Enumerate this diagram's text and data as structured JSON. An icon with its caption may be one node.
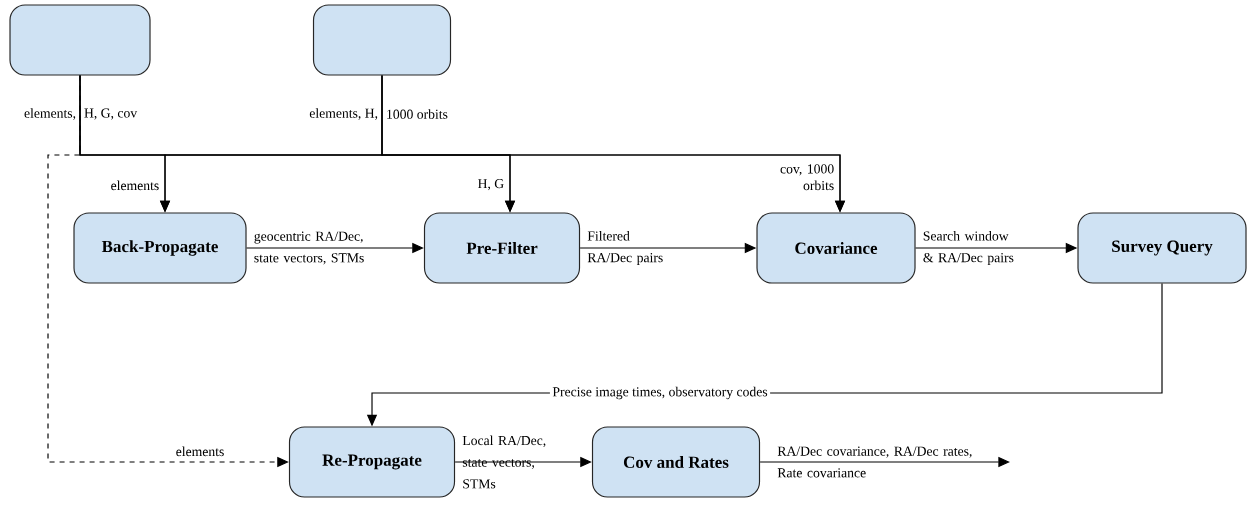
{
  "diagram": {
    "nodes": [
      {
        "text": [],
        "shape": "box",
        "beside": [
          "elements,",
          "H, G, cov"
        ]
      },
      {
        "text": [],
        "shape": "box",
        "beside": [
          "elements, H,",
          "1000 orbits"
        ]
      },
      {
        "text": [
          "Back-Propagate"
        ]
      },
      {
        "text": [
          "Pre-Filter"
        ]
      },
      {
        "text": [
          "Covariance"
        ]
      },
      {
        "text": [
          "Survey Query"
        ]
      },
      {
        "text": [
          "Re-Propagate"
        ]
      },
      {
        "text": [
          "Cov and Rates"
        ]
      }
    ],
    "edges": [
      {
        "from": 0,
        "to": 2,
        "arrow": "to",
        "label": "elements"
      },
      {
        "from": 1,
        "to": 2,
        "arrow": "to"
      },
      {
        "from": 0,
        "to": 3,
        "arrow": "to",
        "label": "H, G"
      },
      {
        "from": 1,
        "to": 3,
        "arrow": "to"
      },
      {
        "from": 0,
        "to": 4,
        "arrow": "to",
        "label": "cov, 1000 orbits"
      },
      {
        "from": 1,
        "to": 4,
        "arrow": "to"
      },
      {
        "from": 0,
        "to": 6,
        "arrow": "to",
        "label": "elements",
        "style": "dashed"
      },
      {
        "from": 2,
        "to": 3,
        "arrow": "to",
        "label": "geocentric RA/Dec, state vectors, STMs"
      },
      {
        "from": 3,
        "to": 4,
        "arrow": "to",
        "label": "Filtered RA/Dec pairs"
      },
      {
        "from": 4,
        "to": 5,
        "arrow": "to",
        "label": "Search window & RA/Dec pairs"
      },
      {
        "from": 5,
        "to": 6,
        "arrow": "to",
        "label": "Precise image times, observatory codes"
      },
      {
        "from": 6,
        "to": 7,
        "arrow": "to",
        "label": "Local RA/Dec, state vectors, STMs"
      },
      {
        "from": 7,
        "to": null,
        "arrow": "to",
        "label": "RA/Dec covariance, RA/Dec rates, Rate covariance"
      }
    ]
  }
}
